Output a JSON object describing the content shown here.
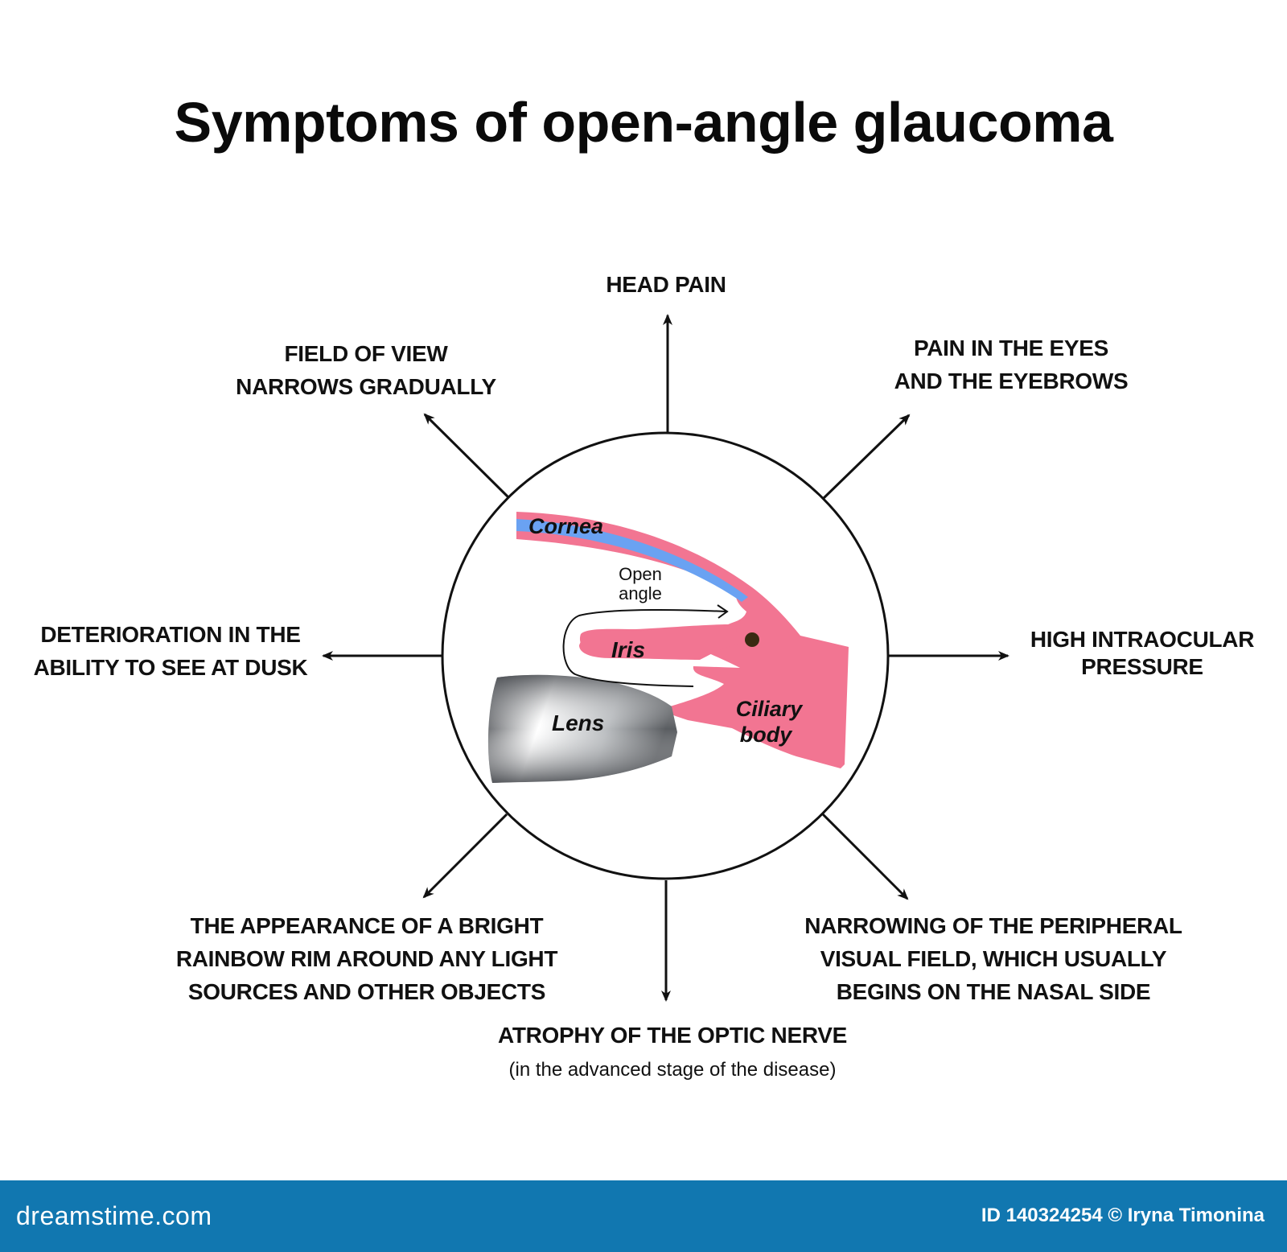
{
  "title": "Symptoms of open-angle glaucoma",
  "center": {
    "anatomy_labels": {
      "cornea": "Cornea",
      "open_angle_line1": "Open",
      "open_angle_line2": "angle",
      "iris": "Iris",
      "lens": "Lens",
      "ciliary_line1": "Ciliary",
      "ciliary_line2": "body"
    },
    "colors": {
      "tissue": "#f27592",
      "cornea_band": "#6aa2f2",
      "pigment": "#3a2a12"
    }
  },
  "symptoms": {
    "top": {
      "lines": [
        "HEAD PAIN"
      ]
    },
    "top_right": {
      "lines": [
        "PAIN IN THE EYES",
        "AND THE EYEBROWS"
      ]
    },
    "right": {
      "lines": [
        "HIGH INTRAOCULAR",
        "PRESSURE"
      ]
    },
    "bottom_right": {
      "lines": [
        "NARROWING OF THE PERIPHERAL",
        "VISUAL FIELD, WHICH USUALLY",
        "BEGINS ON THE NASAL SIDE"
      ]
    },
    "bottom": {
      "lines": [
        "ATROPHY OF THE OPTIC NERVE"
      ],
      "note": "(in the advanced stage of the disease)"
    },
    "bottom_left": {
      "lines": [
        "THE APPEARANCE OF A BRIGHT",
        "RAINBOW RIM AROUND ANY LIGHT",
        "SOURCES AND OTHER OBJECTS"
      ]
    },
    "left": {
      "lines": [
        "DETERIORATION IN THE",
        "ABILITY TO SEE AT DUSK"
      ]
    },
    "top_left": {
      "lines": [
        "FIELD OF VIEW",
        "NARROWS GRADUALLY"
      ]
    }
  },
  "footer": {
    "logo": "dreamstime.com",
    "credit": "ID 140324254 © Iryna Timonina",
    "background": "#1177b0"
  }
}
